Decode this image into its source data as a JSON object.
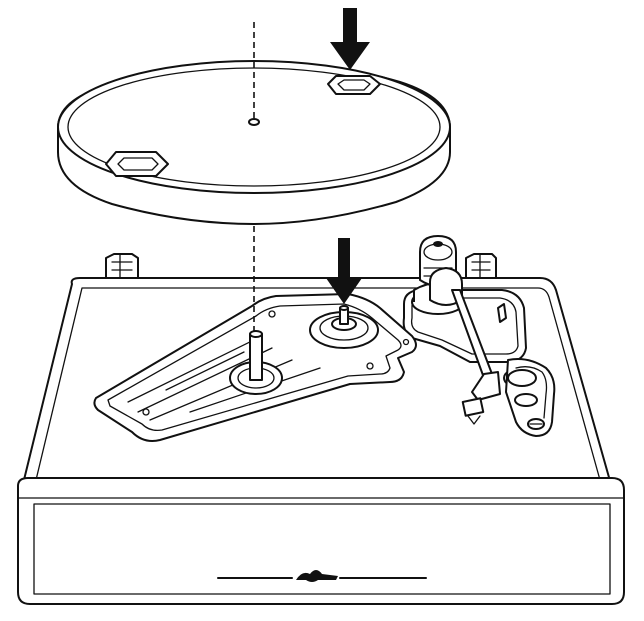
{
  "figure": {
    "subject": "turntable-platter-installation",
    "steps": [
      {
        "arrow": "arrow-down-icon",
        "target": "platter-drive-hole"
      },
      {
        "arrow": "arrow-down-icon",
        "target": "spindle-hub"
      }
    ],
    "colors": {
      "stroke": "#111111",
      "background": "#ffffff"
    }
  }
}
